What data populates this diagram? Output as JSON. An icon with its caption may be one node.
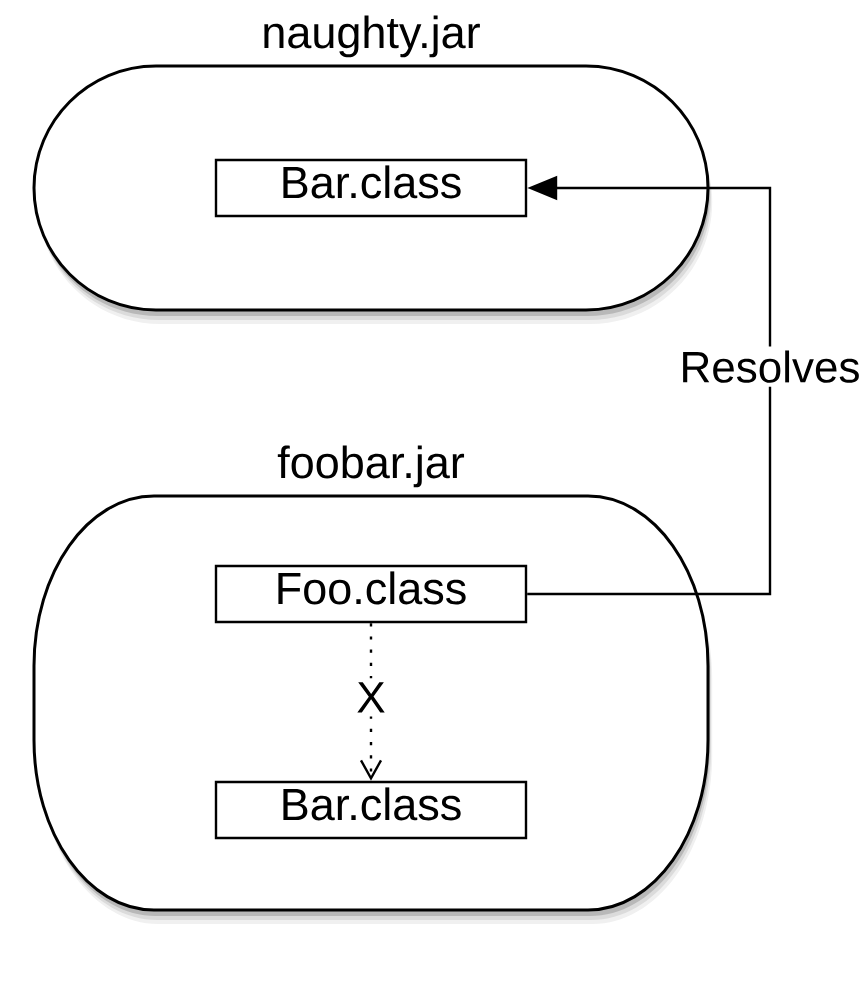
{
  "diagram": {
    "nodes": [
      {
        "text": [
          "naughty.jar"
        ]
      },
      {
        "text": [
          "Bar.class"
        ],
        "in": 0
      },
      {
        "text": [
          "foobar.jar"
        ]
      },
      {
        "text": [
          "Foo.class"
        ],
        "in": 2
      },
      {
        "text": [
          "Bar.class"
        ],
        "in": 2
      }
    ],
    "edges": [
      {
        "from": 3,
        "to": 1,
        "arrow": "to",
        "label": "Resolves"
      },
      {
        "from": 3,
        "to": 4,
        "arrow": "to",
        "label": "X",
        "style": "dashed"
      }
    ]
  }
}
